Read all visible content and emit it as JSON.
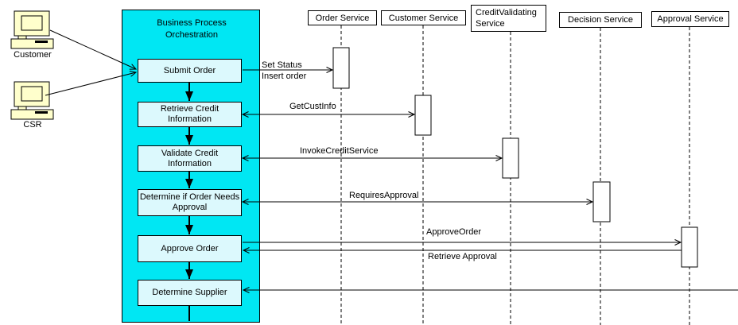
{
  "actors": [
    {
      "label": "Customer"
    },
    {
      "label": "CSR"
    }
  ],
  "orchestration": {
    "title": "Business Process Orchestration",
    "steps": [
      {
        "label": "Submit Order"
      },
      {
        "label": "Retrieve Credit Information"
      },
      {
        "label": "Validate Credit Information"
      },
      {
        "label": "Determine if Order Needs Approval"
      },
      {
        "label": "Approve Order"
      },
      {
        "label": "Determine Supplier"
      }
    ]
  },
  "services": [
    {
      "label": "Order Service"
    },
    {
      "label": "Customer Service"
    },
    {
      "label": "CreditValidating Service"
    },
    {
      "label": "Decision Service"
    },
    {
      "label": "Approval Service"
    }
  ],
  "messages": [
    {
      "labels": [
        "Set Status",
        "Insert order"
      ],
      "from": "Submit Order",
      "to": "Order Service",
      "direction": "right"
    },
    {
      "labels": [
        "GetCustInfo"
      ],
      "from": "Retrieve Credit Information",
      "to": "Customer Service",
      "direction": "both"
    },
    {
      "labels": [
        "InvokeCreditService"
      ],
      "from": "Validate Credit Information",
      "to": "CreditValidating Service",
      "direction": "both"
    },
    {
      "labels": [
        "RequiresApproval"
      ],
      "from": "Determine if Order Needs Approval",
      "to": "Decision Service",
      "direction": "both"
    },
    {
      "labels": [
        "ApproveOrder"
      ],
      "from": "Approve Order",
      "to": "Approval Service",
      "direction": "right"
    },
    {
      "labels": [
        "Retrieve Approval"
      ],
      "from": "Approval Service",
      "to": "Approve Order",
      "direction": "left"
    },
    {
      "labels": [],
      "from": "",
      "to": "Determine Supplier",
      "direction": "left"
    }
  ],
  "colors": {
    "orchestration_fill": "#00E7F3",
    "step_fill": "#DCF9FD",
    "actor_fill": "#FFFFCC",
    "line": "#000000"
  }
}
